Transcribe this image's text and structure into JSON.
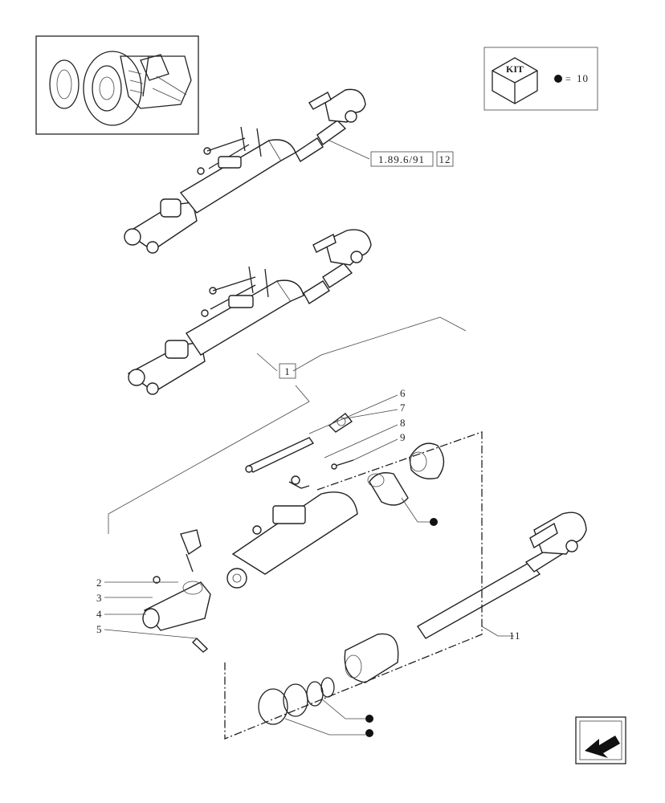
{
  "kit_box": {
    "label": "KIT",
    "ref_number": "10",
    "equals": "="
  },
  "reference": {
    "page_ref": "1.89.6/91",
    "sub_ref": "12"
  },
  "assembly_label": "1",
  "callouts": [
    "2",
    "3",
    "4",
    "5",
    "6",
    "7",
    "8",
    "9",
    "11"
  ],
  "nav": {
    "icon": "arrow-prev-icon"
  }
}
